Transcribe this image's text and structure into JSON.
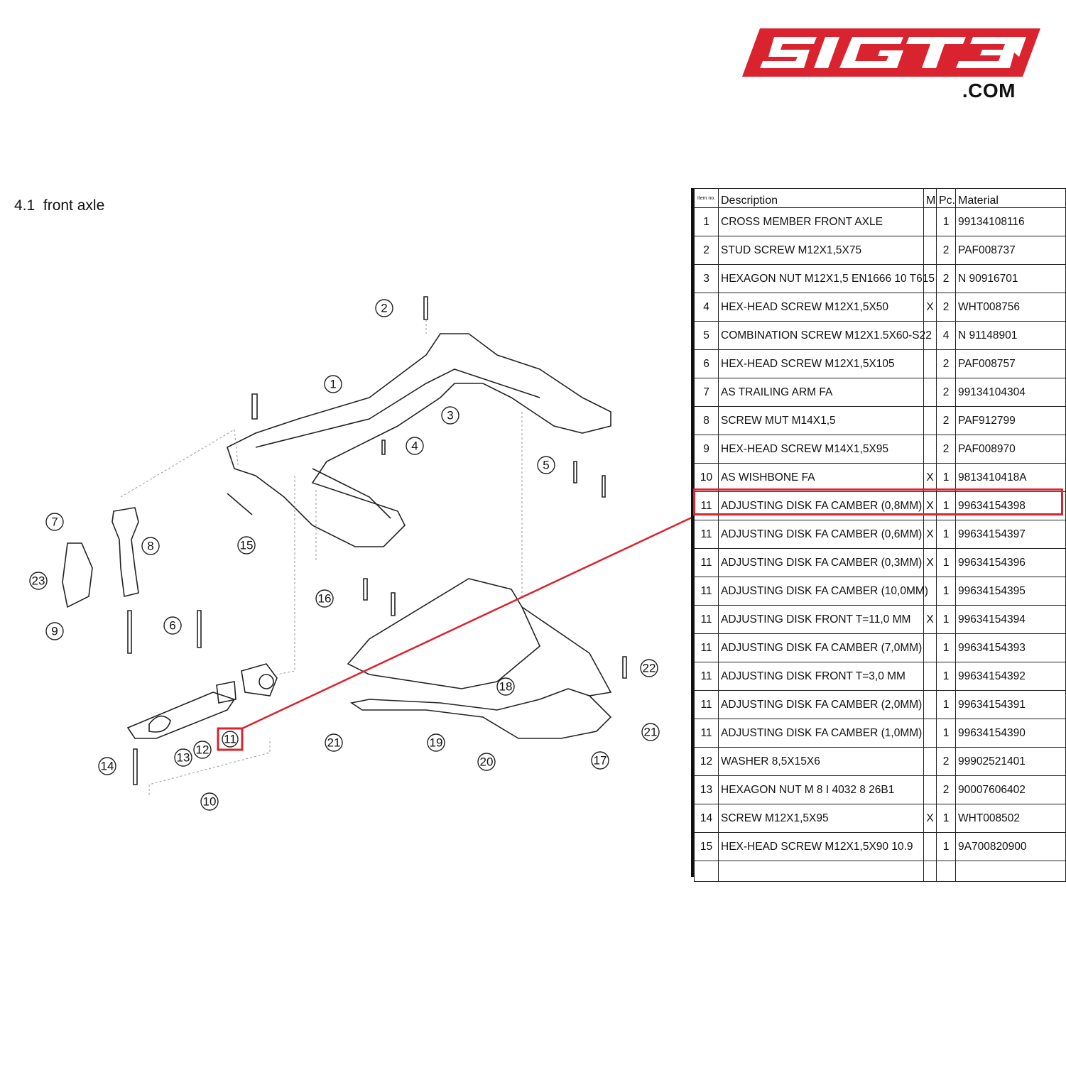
{
  "logo": {
    "text": "SIGT3",
    "domain": ".COM",
    "color": "#d9232e"
  },
  "section": {
    "number": "4.1",
    "title": "front axle"
  },
  "table": {
    "headers": {
      "item": "Item no.",
      "description": "Description",
      "m": "M",
      "pc": "Pc.",
      "material": "Material"
    },
    "rows": [
      {
        "item": "1",
        "description": "CROSS MEMBER FRONT AXLE",
        "m": "",
        "pc": "1",
        "material": "99134108116"
      },
      {
        "item": "2",
        "description": "STUD SCREW M12X1,5X75",
        "m": "",
        "pc": "2",
        "material": "PAF008737"
      },
      {
        "item": "3",
        "description": "HEXAGON NUT M12X1,5 EN1666 10 T615",
        "m": "",
        "pc": "2",
        "material": "N 90916701"
      },
      {
        "item": "4",
        "description": "HEX-HEAD SCREW M12X1,5X50",
        "m": "X",
        "pc": "2",
        "material": "WHT008756"
      },
      {
        "item": "5",
        "description": "COMBINATION SCREW M12X1.5X60-S22",
        "m": "",
        "pc": "4",
        "material": "N 91148901"
      },
      {
        "item": "6",
        "description": "HEX-HEAD SCREW M12X1,5X105",
        "m": "",
        "pc": "2",
        "material": "PAF008757"
      },
      {
        "item": "7",
        "description": "AS TRAILING ARM FA",
        "m": "",
        "pc": "2",
        "material": "99134104304"
      },
      {
        "item": "8",
        "description": "SCREW MUT M14X1,5",
        "m": "",
        "pc": "2",
        "material": "PAF912799"
      },
      {
        "item": "9",
        "description": "HEX-HEAD SCREW M14X1,5X95",
        "m": "",
        "pc": "2",
        "material": "PAF008970"
      },
      {
        "item": "10",
        "description": "AS WISHBONE FA",
        "m": "X",
        "pc": "1",
        "material": "9813410418A"
      },
      {
        "item": "11",
        "description": "ADJUSTING DISK FA CAMBER (0,8MM)",
        "m": "X",
        "pc": "1",
        "material": "99634154398"
      },
      {
        "item": "11",
        "description": "ADJUSTING DISK FA CAMBER (0,6MM)",
        "m": "X",
        "pc": "1",
        "material": "99634154397"
      },
      {
        "item": "11",
        "description": "ADJUSTING DISK FA CAMBER (0,3MM)",
        "m": "X",
        "pc": "1",
        "material": "99634154396"
      },
      {
        "item": "11",
        "description": "ADJUSTING DISK FA CAMBER (10,0MM)",
        "m": "",
        "pc": "1",
        "material": "99634154395"
      },
      {
        "item": "11",
        "description": "ADJUSTING DISK FRONT T=11,0 MM",
        "m": "X",
        "pc": "1",
        "material": "99634154394"
      },
      {
        "item": "11",
        "description": "ADJUSTING DISK FA CAMBER (7,0MM)",
        "m": "",
        "pc": "1",
        "material": "99634154393"
      },
      {
        "item": "11",
        "description": "ADJUSTING DISK FRONT T=3,0 MM",
        "m": "",
        "pc": "1",
        "material": "99634154392"
      },
      {
        "item": "11",
        "description": "ADJUSTING DISK FA CAMBER (2,0MM)",
        "m": "",
        "pc": "1",
        "material": "99634154391"
      },
      {
        "item": "11",
        "description": "ADJUSTING DISK FA CAMBER (1,0MM)",
        "m": "",
        "pc": "1",
        "material": "99634154390"
      },
      {
        "item": "12",
        "description": "WASHER 8,5X15X6",
        "m": "",
        "pc": "2",
        "material": "99902521401"
      },
      {
        "item": "13",
        "description": "HEXAGON NUT M 8 I 4032 8 26B1",
        "m": "",
        "pc": "2",
        "material": "90007606402"
      },
      {
        "item": "14",
        "description": "SCREW M12X1,5X95",
        "m": "X",
        "pc": "1",
        "material": "WHT008502"
      },
      {
        "item": "15",
        "description": "HEX-HEAD SCREW M12X1,5X90 10.9",
        "m": "",
        "pc": "1",
        "material": "9A700820900"
      }
    ]
  },
  "diagram": {
    "callouts": [
      "1",
      "2",
      "3",
      "4",
      "5",
      "6",
      "7",
      "8",
      "9",
      "10",
      "11",
      "12",
      "13",
      "14",
      "15",
      "16",
      "17",
      "18",
      "19",
      "20",
      "21",
      "21",
      "22",
      "23"
    ],
    "highlight_color": "#d9232e",
    "highlighted_callout": "11"
  }
}
